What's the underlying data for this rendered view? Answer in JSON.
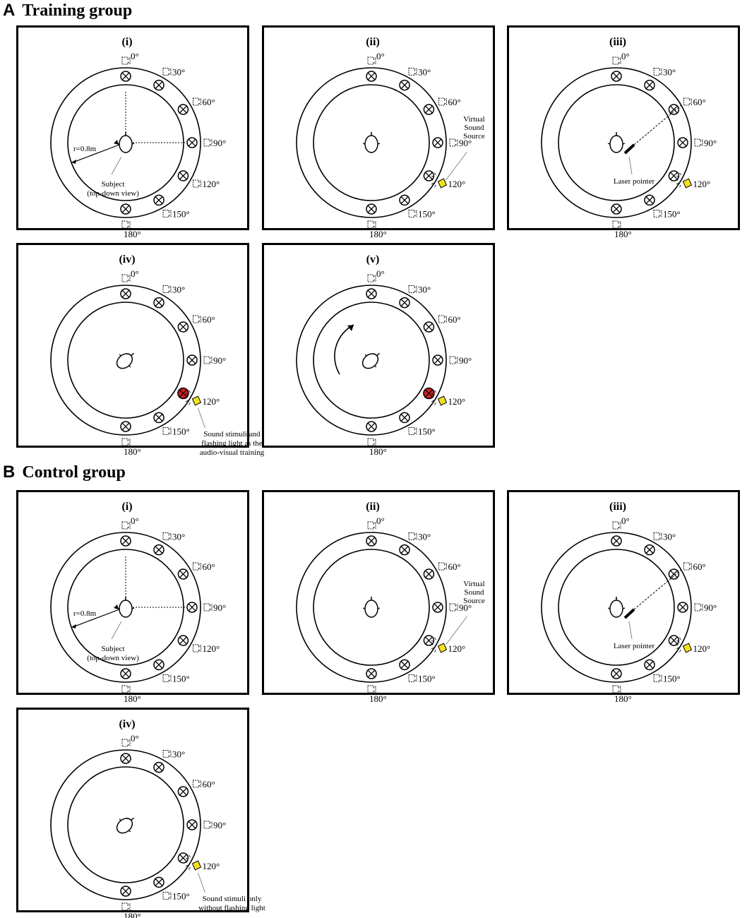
{
  "sections": {
    "A": {
      "letter": "A",
      "title": "Training group"
    },
    "B": {
      "letter": "B",
      "title": "Control group"
    }
  },
  "angles": [
    "0°",
    "30°",
    "60°",
    "90°",
    "120°",
    "150°",
    "180°"
  ],
  "radius_label": "r=0.8m",
  "subject_label": [
    "Subject",
    "(top-down view)"
  ],
  "virtual_source_label": [
    "Virtual",
    "Sound",
    "Source"
  ],
  "laser_label": "Laser pointer",
  "training_note": [
    "Sound stimuli and",
    "flashing light as the",
    "audio-visual training"
  ],
  "control_note": [
    "Sound stimuli only",
    "without flashing light"
  ],
  "panels": [
    {
      "id": "A-i",
      "label": "(i)",
      "subject": true,
      "source": false,
      "laser": false,
      "flash": false,
      "rotate": false,
      "note": ""
    },
    {
      "id": "A-ii",
      "label": "(ii)",
      "subject": false,
      "source": true,
      "laser": false,
      "flash": false,
      "rotate": false,
      "note": ""
    },
    {
      "id": "A-iii",
      "label": "(iii)",
      "subject": false,
      "source": false,
      "laser": true,
      "flash": false,
      "rotate": false,
      "note": ""
    },
    {
      "id": "A-iv",
      "label": "(iv)",
      "subject": false,
      "source": false,
      "laser": false,
      "flash": true,
      "rotate": false,
      "note": "training"
    },
    {
      "id": "A-v",
      "label": "(v)",
      "subject": false,
      "source": false,
      "laser": false,
      "flash": true,
      "rotate": true,
      "note": ""
    },
    {
      "id": "B-i",
      "label": "(i)",
      "subject": true,
      "source": false,
      "laser": false,
      "flash": false,
      "rotate": false,
      "note": ""
    },
    {
      "id": "B-ii",
      "label": "(ii)",
      "subject": false,
      "source": true,
      "laser": false,
      "flash": false,
      "rotate": false,
      "note": ""
    },
    {
      "id": "B-iii",
      "label": "(iii)",
      "subject": false,
      "source": false,
      "laser": true,
      "flash": false,
      "rotate": false,
      "note": ""
    },
    {
      "id": "B-iv",
      "label": "(iv)",
      "subject": false,
      "source": false,
      "laser": false,
      "flash": false,
      "rotate": false,
      "note": "control"
    }
  ],
  "colors": {
    "source": "#f2e21b",
    "flash": "#d0201f",
    "line": "#000000",
    "pointer": "#888888"
  }
}
